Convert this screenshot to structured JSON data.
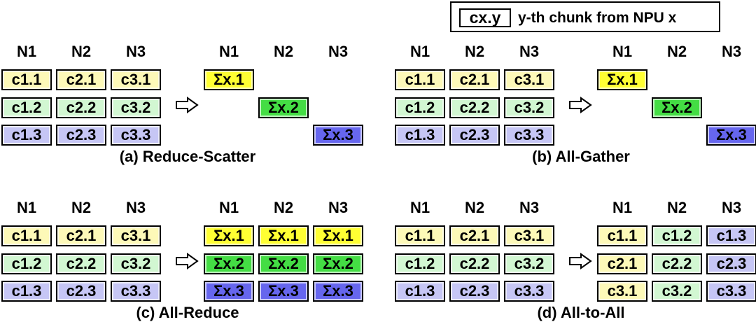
{
  "colors": {
    "y1": "#fdf9b8",
    "y2": "#d2f7d2",
    "y3": "#c6c6f5",
    "sum1": "#ffff33",
    "sum2": "#44dd44",
    "sum3": "#6666ee"
  },
  "legend": {
    "sample": "cx.y",
    "description": "y-th chunk from NPU x"
  },
  "panels": [
    {
      "id": "reduce-scatter",
      "caption": "(a) Reduce-Scatter",
      "left_headers": [
        "N1",
        "N2",
        "N3"
      ],
      "right_headers": [
        "N1",
        "N2",
        "N3"
      ],
      "input": [
        [
          {
            "t": "c1.1",
            "c": "y1"
          },
          {
            "t": "c2.1",
            "c": "y1"
          },
          {
            "t": "c3.1",
            "c": "y1"
          }
        ],
        [
          {
            "t": "c1.2",
            "c": "y2"
          },
          {
            "t": "c2.2",
            "c": "y2"
          },
          {
            "t": "c3.2",
            "c": "y2"
          }
        ],
        [
          {
            "t": "c1.3",
            "c": "y3"
          },
          {
            "t": "c2.3",
            "c": "y3"
          },
          {
            "t": "c3.3",
            "c": "y3"
          }
        ]
      ],
      "output": [
        [
          {
            "t": "Σx.1",
            "c": "sum1"
          },
          null,
          null
        ],
        [
          null,
          {
            "t": "Σx.2",
            "c": "sum2"
          },
          null
        ],
        [
          null,
          null,
          {
            "t": "Σx.3",
            "c": "sum3"
          }
        ]
      ],
      "arrow_icon": "right-arrow-icon"
    },
    {
      "id": "all-gather",
      "caption": "(b) All-Gather",
      "left_headers": [
        "N1",
        "N2",
        "N3"
      ],
      "right_headers": [
        "N1",
        "N2",
        "N3"
      ],
      "input": [
        [
          {
            "t": "c1.1",
            "c": "y1"
          },
          {
            "t": "c2.1",
            "c": "y1"
          },
          {
            "t": "c3.1",
            "c": "y1"
          }
        ],
        [
          {
            "t": "c1.2",
            "c": "y2"
          },
          {
            "t": "c2.2",
            "c": "y2"
          },
          {
            "t": "c3.2",
            "c": "y2"
          }
        ],
        [
          {
            "t": "c1.3",
            "c": "y3"
          },
          {
            "t": "c2.3",
            "c": "y3"
          },
          {
            "t": "c3.3",
            "c": "y3"
          }
        ]
      ],
      "output": [
        [
          {
            "t": "Σx.1",
            "c": "sum1"
          },
          null,
          null
        ],
        [
          null,
          {
            "t": "Σx.2",
            "c": "sum2"
          },
          null
        ],
        [
          null,
          null,
          {
            "t": "Σx.3",
            "c": "sum3"
          }
        ]
      ],
      "arrow_icon": "right-arrow-icon"
    },
    {
      "id": "all-reduce",
      "caption": "(c) All-Reduce",
      "left_headers": [
        "N1",
        "N2",
        "N3"
      ],
      "right_headers": [
        "N1",
        "N2",
        "N3"
      ],
      "input": [
        [
          {
            "t": "c1.1",
            "c": "y1"
          },
          {
            "t": "c2.1",
            "c": "y1"
          },
          {
            "t": "c3.1",
            "c": "y1"
          }
        ],
        [
          {
            "t": "c1.2",
            "c": "y2"
          },
          {
            "t": "c2.2",
            "c": "y2"
          },
          {
            "t": "c3.2",
            "c": "y2"
          }
        ],
        [
          {
            "t": "c1.3",
            "c": "y3"
          },
          {
            "t": "c2.3",
            "c": "y3"
          },
          {
            "t": "c3.3",
            "c": "y3"
          }
        ]
      ],
      "output": [
        [
          {
            "t": "Σx.1",
            "c": "sum1"
          },
          {
            "t": "Σx.1",
            "c": "sum1"
          },
          {
            "t": "Σx.1",
            "c": "sum1"
          }
        ],
        [
          {
            "t": "Σx.2",
            "c": "sum2"
          },
          {
            "t": "Σx.2",
            "c": "sum2"
          },
          {
            "t": "Σx.2",
            "c": "sum2"
          }
        ],
        [
          {
            "t": "Σx.3",
            "c": "sum3"
          },
          {
            "t": "Σx.3",
            "c": "sum3"
          },
          {
            "t": "Σx.3",
            "c": "sum3"
          }
        ]
      ],
      "arrow_icon": "right-arrow-icon"
    },
    {
      "id": "all-to-all",
      "caption": "(d) All-to-All",
      "left_headers": [
        "N1",
        "N2",
        "N3"
      ],
      "right_headers": [
        "N1",
        "N2",
        "N3"
      ],
      "input": [
        [
          {
            "t": "c1.1",
            "c": "y1"
          },
          {
            "t": "c2.1",
            "c": "y1"
          },
          {
            "t": "c3.1",
            "c": "y1"
          }
        ],
        [
          {
            "t": "c1.2",
            "c": "y2"
          },
          {
            "t": "c2.2",
            "c": "y2"
          },
          {
            "t": "c3.2",
            "c": "y2"
          }
        ],
        [
          {
            "t": "c1.3",
            "c": "y3"
          },
          {
            "t": "c2.3",
            "c": "y3"
          },
          {
            "t": "c3.3",
            "c": "y3"
          }
        ]
      ],
      "output": [
        [
          {
            "t": "c1.1",
            "c": "y1"
          },
          {
            "t": "c1.2",
            "c": "y2"
          },
          {
            "t": "c1.3",
            "c": "y3"
          }
        ],
        [
          {
            "t": "c2.1",
            "c": "y1"
          },
          {
            "t": "c2.2",
            "c": "y2"
          },
          {
            "t": "c2.3",
            "c": "y3"
          }
        ],
        [
          {
            "t": "c3.1",
            "c": "y1"
          },
          {
            "t": "c3.2",
            "c": "y2"
          },
          {
            "t": "c3.3",
            "c": "y3"
          }
        ]
      ],
      "arrow_icon": "right-arrow-icon"
    }
  ]
}
